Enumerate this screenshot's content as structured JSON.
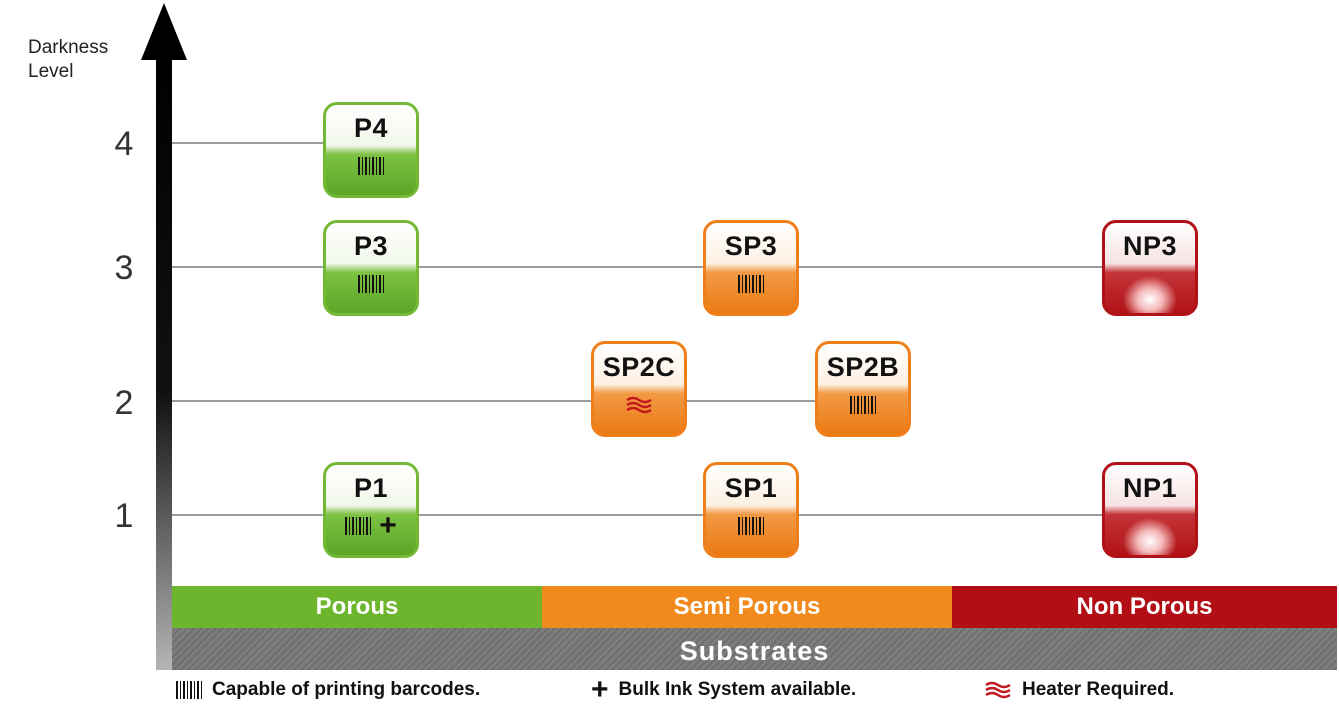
{
  "y_axis": {
    "label_line1": "Darkness",
    "label_line2": "Level",
    "ticks": [
      "4",
      "3",
      "2",
      "1"
    ]
  },
  "tiles": {
    "p4": {
      "label": "P4",
      "color": "#74b936"
    },
    "p3": {
      "label": "P3",
      "color": "#74b936"
    },
    "sp3": {
      "label": "SP3",
      "color": "#ef7f1a"
    },
    "np3": {
      "label": "NP3",
      "color": "#b11218"
    },
    "sp2c": {
      "label": "SP2C",
      "color": "#ef7f1a"
    },
    "sp2b": {
      "label": "SP2B",
      "color": "#ef7f1a"
    },
    "p1": {
      "label": "P1",
      "color": "#74b936"
    },
    "sp1": {
      "label": "SP1",
      "color": "#ef7f1a"
    },
    "np1": {
      "label": "NP1",
      "color": "#b11218"
    }
  },
  "categories": {
    "porous": {
      "label": "Porous",
      "color": "#6cb52d"
    },
    "semi_porous": {
      "label": "Semi Porous",
      "color": "#f08a1d"
    },
    "non_porous": {
      "label": "Non Porous",
      "color": "#b10f15"
    }
  },
  "substrates_label": "Substrates",
  "legend": {
    "barcode": {
      "icon": "barcode-icon",
      "text": "Capable of printing barcodes."
    },
    "bulk_ink": {
      "icon": "plus-icon",
      "text": "Bulk Ink System available."
    },
    "heater": {
      "icon": "heater-icon",
      "text": "Heater Required."
    }
  }
}
